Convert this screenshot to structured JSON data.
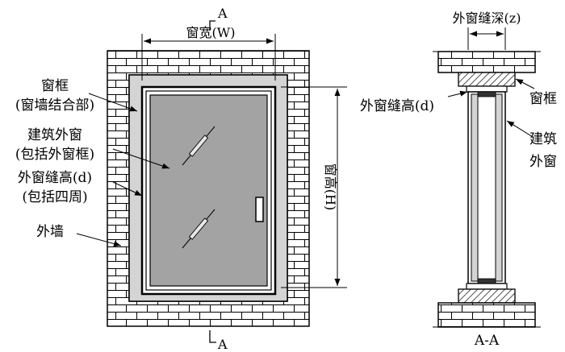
{
  "colors": {
    "brick_fill": "#ffffff",
    "brick_line": "#000000",
    "frame_gray": "#d4d4d4",
    "glass_gray": "#a3a3a3",
    "wood_hatch": "#000000"
  },
  "front_view": {
    "section_mark_top": "A",
    "section_mark_bottom": "A",
    "width_label": "窗宽(W)",
    "height_label": "窗高(H)"
  },
  "left_labels": {
    "frame_line1": "窗框",
    "frame_line2": "(窗墙结合部)",
    "window_line1": "建筑外窗",
    "window_line2": "(包括外窗框)",
    "gap_line1": "外窗缝高(d)",
    "gap_line2": "(包括四周)",
    "wall": "外墙"
  },
  "section_view": {
    "depth_label": "外窗缝深(z)",
    "gap_label": "外窗缝高(d)",
    "frame_label": "窗框",
    "window_line1": "建筑",
    "window_line2": "外窗",
    "title": "A-A"
  }
}
